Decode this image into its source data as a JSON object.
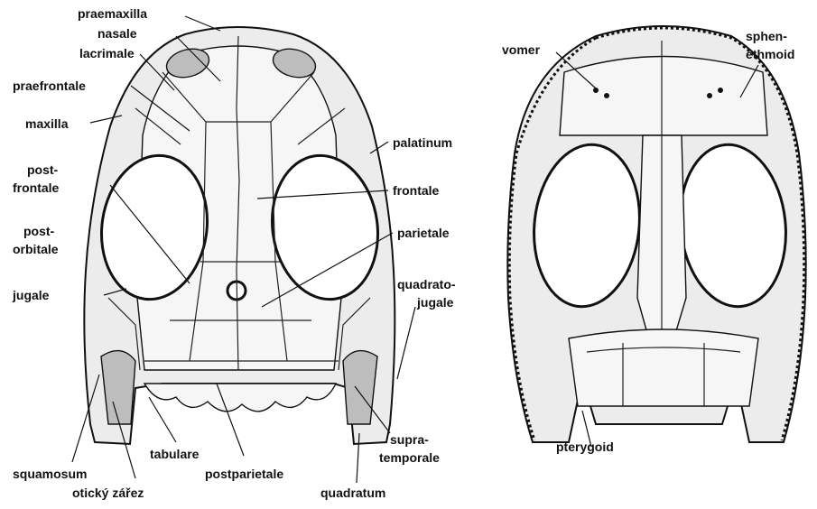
{
  "labels": {
    "praemaxilla": "praemaxilla",
    "nasale": "nasale",
    "lacrimale": "lacrimale",
    "praefrontale": "praefrontale",
    "maxilla": "maxilla",
    "postfrontale_1": "post-",
    "postfrontale_2": "frontale",
    "postorbitale_1": "post-",
    "postorbitale_2": "orbitale",
    "jugale": "jugale",
    "palatinum": "palatinum",
    "frontale": "frontale",
    "parietale": "parietale",
    "quadratojugale_1": "quadrato-",
    "quadratojugale_2": "jugale",
    "squamosum": "squamosum",
    "oticky_zarez": "otický zářez",
    "tabulare": "tabulare",
    "postparietale": "postparietale",
    "supratemporale_1": "supra-",
    "supratemporale_2": "temporale",
    "quadratum": "quadratum",
    "vomer": "vomer",
    "sphenethmoid_1": "sphen-",
    "sphenethmoid_2": "ethmoid",
    "pterygoid": "pterygoid"
  }
}
